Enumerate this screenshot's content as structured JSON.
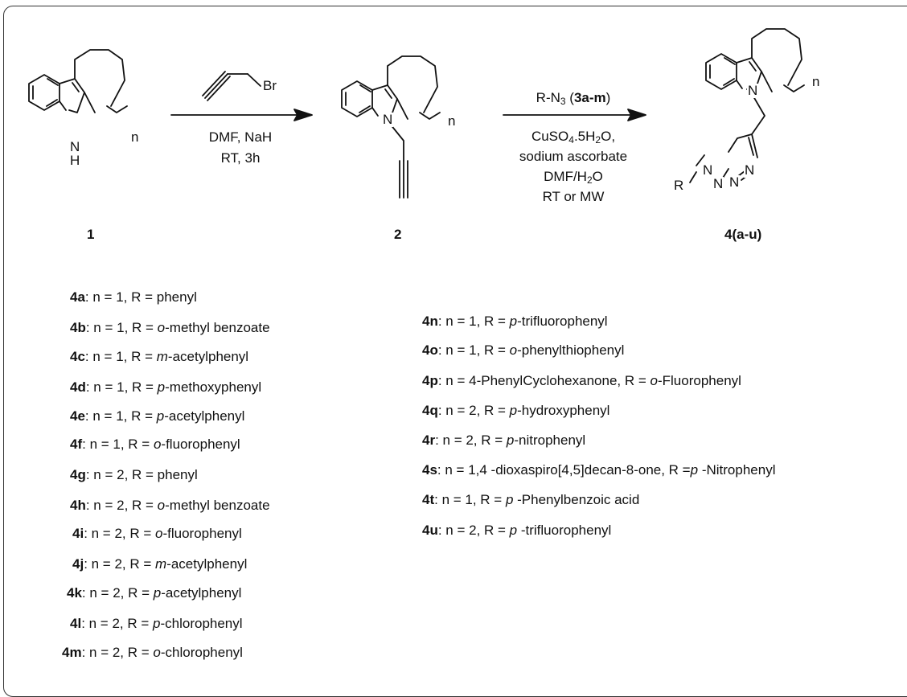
{
  "step1": {
    "reagent_atom": "Br",
    "conditions": [
      "DMF, NaH",
      "RT, 3h"
    ]
  },
  "step2": {
    "azide_prefix": "R-N",
    "azide_sub": "3",
    "azide_label": "3a-m",
    "catalyst_prefix": "CuSO",
    "catalyst_sub": "4",
    "catalyst_suffix": ".5H",
    "catalyst_sub2": "2",
    "catalyst_end": "O,",
    "reductant": "sodium ascorbate",
    "solvent_prefix": "DMF/H",
    "solvent_sub": "2",
    "solvent_end": "O",
    "temp": "RT or MW"
  },
  "compound_labels": {
    "c1": "1",
    "c2": "2",
    "c4": "4(a-u)"
  },
  "atoms": {
    "nh_n": "N",
    "nh_h": "H",
    "n": "N",
    "n_index": "n",
    "r": "R"
  },
  "compounds_left": [
    {
      "id": "4a",
      "n": ": n = 1, R = ",
      "prefix": "",
      "rest": "phenyl"
    },
    {
      "id": "4b",
      "n": ": n = 1, R = ",
      "prefix": "o",
      "rest": "-methyl benzoate"
    },
    {
      "id": "4c",
      "n": ": n = 1, R = ",
      "prefix": "m",
      "rest": "-acetylphenyl"
    },
    {
      "id": "4d",
      "n": ": n = 1, R = ",
      "prefix": "p",
      "rest": "-methoxyphenyl"
    },
    {
      "id": "4e",
      "n": ": n = 1, R = ",
      "prefix": "p",
      "rest": "-acetylphenyl"
    },
    {
      "id": "4f",
      "n": ": n = 1, R = ",
      "prefix": "o",
      "rest": "-fluorophenyl"
    },
    {
      "id": "4g",
      "n": ": n = 2, R = ",
      "prefix": "",
      "rest": "phenyl"
    },
    {
      "id": "4h",
      "n": ": n = 2, R = ",
      "prefix": "o",
      "rest": "-methyl benzoate"
    },
    {
      "id": "4i",
      "n": ": n = 2, R = ",
      "prefix": "o",
      "rest": "-fluorophenyl"
    },
    {
      "id": "4j",
      "n": ": n = 2, R = ",
      "prefix": "m",
      "rest": "-acetylphenyl"
    },
    {
      "id": "4k",
      "n": ": n = 2, R = ",
      "prefix": "p",
      "rest": "-acetylphenyl"
    },
    {
      "id": "4l",
      "n": ": n = 2, R = ",
      "prefix": "p",
      "rest": "-chlorophenyl"
    },
    {
      "id": "4m",
      "n": ": n = 2, R = ",
      "prefix": "o",
      "rest": "-chlorophenyl"
    }
  ],
  "compounds_right": [
    {
      "id": "4n",
      "n": ": n = 1, R = ",
      "prefix": "p",
      "rest": "-trifluorophenyl"
    },
    {
      "id": "4o",
      "n": ": n = 1, R = ",
      "prefix": "o",
      "rest": "-phenylthiophenyl"
    },
    {
      "id": "4p",
      "n": ": n = 4-PhenylCyclohexanone, R = ",
      "prefix": "o",
      "rest": "-Fluorophenyl"
    },
    {
      "id": "4q",
      "n": ": n = 2, R = ",
      "prefix": "p",
      "rest": "-hydroxyphenyl"
    },
    {
      "id": "4r",
      "n": ": n = 2, R = ",
      "prefix": "p",
      "rest": "-nitrophenyl"
    },
    {
      "id": "4s",
      "n": ": n = 1,4 -dioxaspiro[4,5]decan-8-one, R =",
      "prefix": "p",
      "rest": " -Nitrophenyl"
    },
    {
      "id": "4t",
      "n": ": n = 1, R = ",
      "prefix": "p",
      "rest": " -Phenylbenzoic acid"
    },
    {
      "id": "4u",
      "n": ": n = 2, R = ",
      "prefix": "p",
      "rest": " -trifluorophenyl"
    }
  ]
}
